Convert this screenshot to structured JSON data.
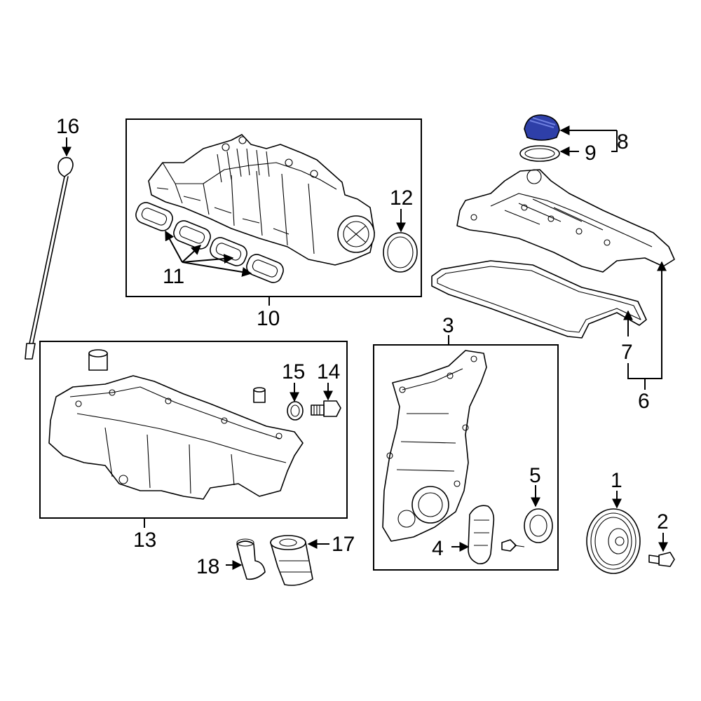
{
  "labels": {
    "p1": "1",
    "p2": "2",
    "p3": "3",
    "p4": "4",
    "p5": "5",
    "p6": "6",
    "p7": "7",
    "p8": "8",
    "p9": "9",
    "p10": "10",
    "p11": "11",
    "p12": "12",
    "p13": "13",
    "p14": "14",
    "p15": "15",
    "p16": "16",
    "p17": "17",
    "p18": "18"
  },
  "colors": {
    "highlight": "#2e3fa8",
    "line": "#000000",
    "background": "#ffffff"
  }
}
